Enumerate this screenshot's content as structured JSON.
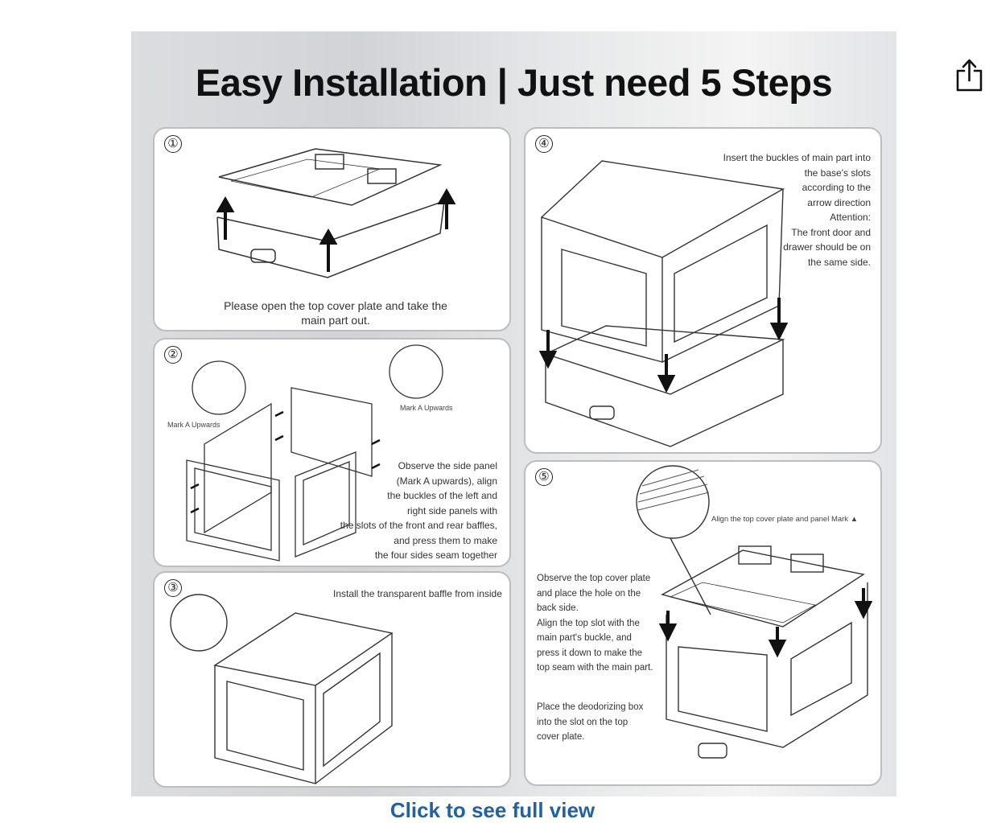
{
  "image": {
    "title": "Easy Installation | Just need 5 Steps",
    "steps": [
      {
        "number": "①",
        "text": "Please open the top cover plate and take the main part out."
      },
      {
        "number": "②",
        "text": [
          "Observe the side panel",
          "(Mark A upwards), align",
          "the buckles of the left and",
          "right side panels with",
          "the slots of the front and rear baffles,",
          "and press them to make",
          "the four sides seam together"
        ],
        "callout_left": "Mark A Upwards",
        "callout_right": "Mark A Upwards"
      },
      {
        "number": "③",
        "text": "Install the transparent baffle from inside"
      },
      {
        "number": "④",
        "text": [
          "Insert the buckles of main part into",
          "the base's slots",
          "according to the",
          "arrow direction",
          "Attention:",
          "The front door and",
          "drawer should be on",
          "the same side."
        ]
      },
      {
        "number": "⑤",
        "callout": "Align the top cover plate and panel Mark ▲",
        "text": [
          "Observe the top cover plate",
          "and place the hole on the",
          "back side.",
          "Align the top slot with the",
          "main part's buckle, and",
          "press it down to make the",
          "top seam with the main part."
        ],
        "text2": [
          "Place the deodorizing box",
          "into the slot on the top",
          "cover plate."
        ]
      }
    ]
  },
  "share_icon": "share-icon",
  "full_view_link": "Click to see full view"
}
